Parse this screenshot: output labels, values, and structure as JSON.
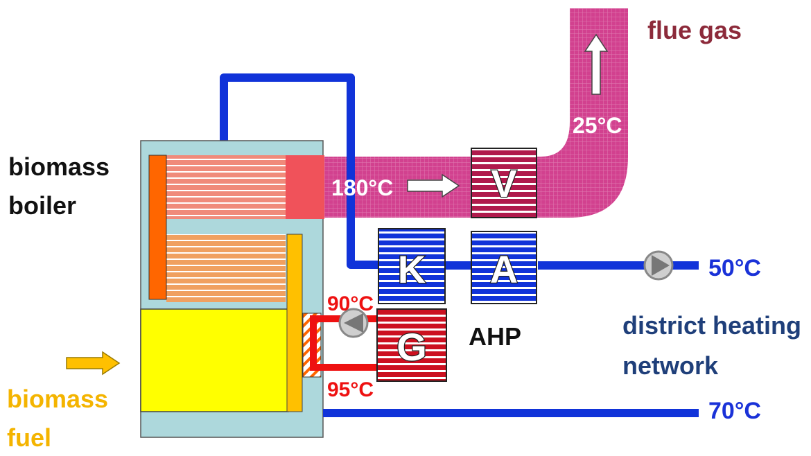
{
  "labels": {
    "biomass_boiler_line1": "biomass",
    "biomass_boiler_line2": "boiler",
    "biomass_fuel_line1": "biomass",
    "biomass_fuel_line2": "fuel",
    "flue_gas": "flue gas",
    "ahp": "AHP",
    "district_heating_line1": "district heating",
    "district_heating_line2": "network"
  },
  "temperatures": {
    "flue_exit": "25°C",
    "flue_mid": "180°C",
    "return_in": "50°C",
    "supply_out": "70°C",
    "loop_hot": "90°C",
    "loop_return": "95°C"
  },
  "components": {
    "v": "V",
    "k": "K",
    "a": "A",
    "g": "G"
  },
  "colors": {
    "flue_duct": "#d2418f",
    "water_pipe": "#1133d9",
    "hot_loop": "#ee1111",
    "boiler_shell": "#add8dc",
    "fuel_box": "#ffff00",
    "orange_bar": "#ff6600",
    "amber_bar": "#ffc000"
  },
  "icons": [
    "pump-icon",
    "pump-icon",
    "arrow-right-icon",
    "arrow-up-icon"
  ]
}
